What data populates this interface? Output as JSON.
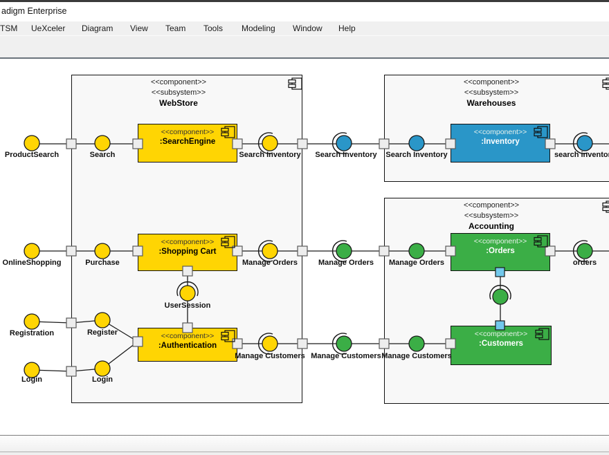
{
  "window": {
    "title": "adigm Enterprise"
  },
  "menu": {
    "items": [
      "TSM",
      "UeXceler",
      "Diagram",
      "View",
      "Team",
      "Tools",
      "Modeling",
      "Window",
      "Help"
    ]
  },
  "diagram": {
    "subsystems": {
      "webstore": {
        "stereotype1": "<<component>>",
        "stereotype2": "<<subsystem>>",
        "name": "WebStore"
      },
      "warehouses": {
        "stereotype1": "<<component>>",
        "stereotype2": "<<subsystem>>",
        "name": "Warehouses"
      },
      "accounting": {
        "stereotype1": "<<component>>",
        "stereotype2": "<<subsystem>>",
        "name": "Accounting"
      }
    },
    "components": {
      "search_engine": {
        "stereotype": "<<component>>",
        "name": ":SearchEngine"
      },
      "shopping_cart": {
        "stereotype": "<<component>>",
        "name": ":Shopping Cart"
      },
      "authentication": {
        "stereotype": "<<component>>",
        "name": ":Authentication"
      },
      "inventory": {
        "stereotype": "<<component>>",
        "name": ":Inventory"
      },
      "orders": {
        "stereotype": "<<component>>",
        "name": ":Orders"
      },
      "customers": {
        "stereotype": "<<component>>",
        "name": ":Customers"
      }
    },
    "labels": {
      "product_search": "ProductSearch",
      "search": "Search",
      "search_inventory_1": "Search Inventory",
      "search_inventory_2": "Search Inventory",
      "search_inventory_3": "Search Inventory",
      "search_inventory_4": "search inventory",
      "online_shopping": "OnlineShopping",
      "purchase": "Purchase",
      "manage_orders_1": "Manage Orders",
      "manage_orders_2": "Manage Orders",
      "manage_orders_3": "Manage Orders",
      "orders_lc": "orders",
      "registration": "Registration",
      "register": "Register",
      "login_outer": "Login",
      "login_inner": "Login",
      "user_session": "UserSession",
      "manage_customers_1": "Manage Customers",
      "manage_customers_2": "Manage Customers",
      "manage_customers_3": "Manage Customers"
    },
    "colors": {
      "component_yellow": "#FFD503",
      "component_blue": "#2A96C8",
      "component_green": "#3BAE46",
      "port_gray": "#EDEDED",
      "port_blue": "#72C8EC",
      "line": "#1A1A1A"
    }
  }
}
